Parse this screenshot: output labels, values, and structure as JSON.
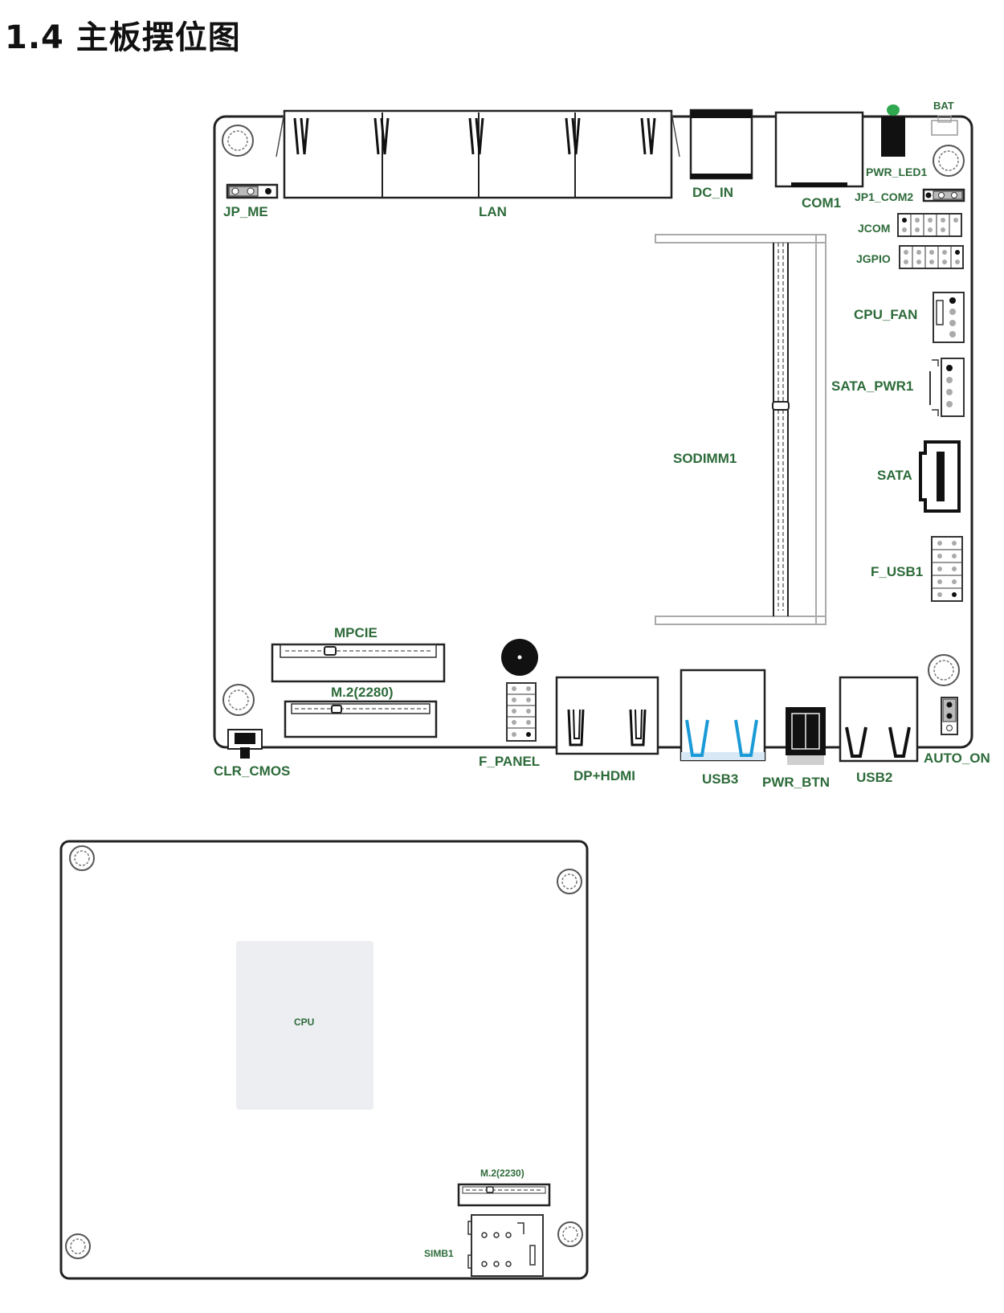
{
  "title": "1.4 主板摆位图",
  "front": {
    "labels": {
      "jp_me": "JP_ME",
      "lan": "LAN",
      "dc_in": "DC_IN",
      "com1": "COM1",
      "bat": "BAT",
      "pwr_led1": "PWR_LED1",
      "jp1_com2": "JP1_COM2",
      "jcom": "JCOM",
      "jgpio": "JGPIO",
      "cpu_fan": "CPU_FAN",
      "sata_pwr1": "SATA_PWR1",
      "sata": "SATA",
      "sodimm1": "SODIMM1",
      "f_usb1": "F_USB1",
      "mpcie": "MPCIE",
      "m2_2280": "M.2(2280)",
      "clr_cmos": "CLR_CMOS",
      "f_panel": "F_PANEL",
      "dp_hdmi": "DP+HDMI",
      "usb3": "USB3",
      "pwr_btn": "PWR_BTN",
      "usb2": "USB2",
      "auto_on": "AUTO_ON"
    }
  },
  "back": {
    "labels": {
      "cpu": "CPU",
      "m2_2230": "M.2(2230)",
      "simb1": "SIMB1"
    }
  },
  "colors": {
    "label_green": "#2d6b3a",
    "usb3_blue": "#1a9ad6",
    "led_green": "#2fa84f",
    "cpu_area": "#eceef1"
  }
}
